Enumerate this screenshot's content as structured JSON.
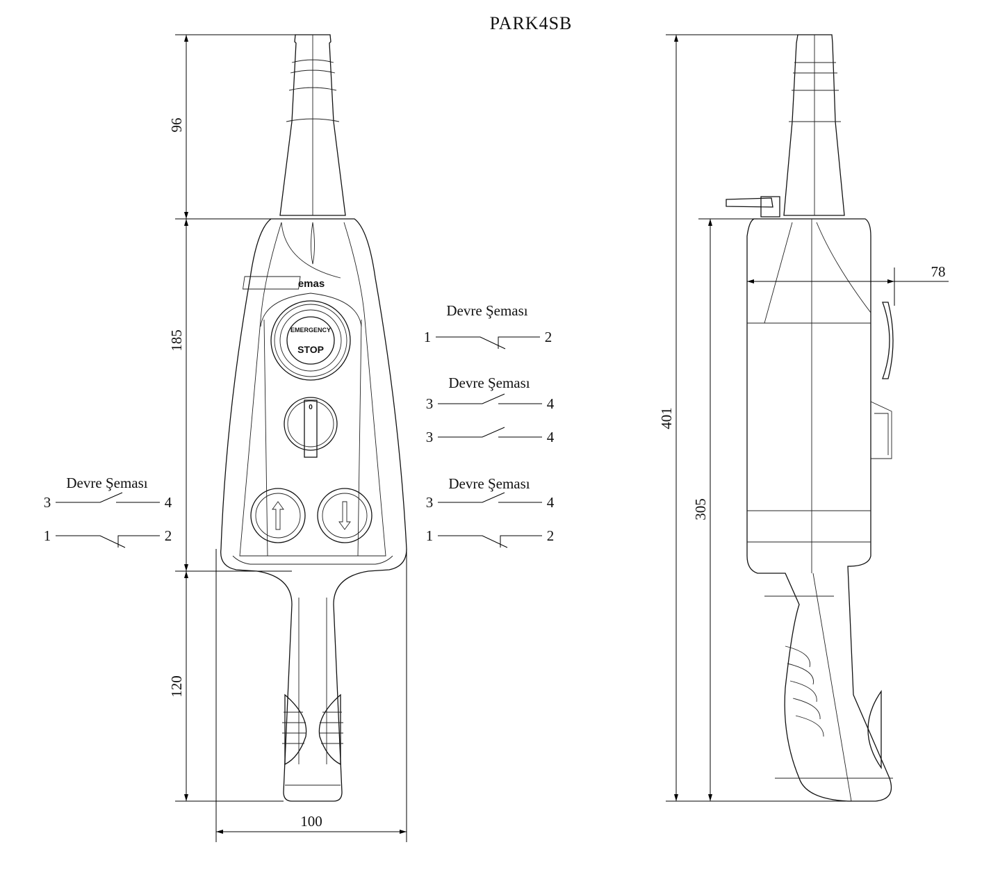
{
  "title": "PARK4SB",
  "front_view": {
    "logo": "emas",
    "estop_top": "EMERGENCY",
    "estop_bottom": "STOP",
    "selector_mark": "0",
    "dimensions": {
      "cable": "96",
      "body": "185",
      "handle": "120",
      "width": "100"
    }
  },
  "side_view": {
    "dimensions": {
      "total": "401",
      "body_total": "305",
      "depth": "78"
    }
  },
  "schemes": {
    "left": {
      "label": "Devre Şeması",
      "rows": [
        {
          "a": "3",
          "b": "4",
          "type": "NO"
        },
        {
          "a": "1",
          "b": "2",
          "type": "NC"
        }
      ]
    },
    "right_1": {
      "label": "Devre Şeması",
      "rows": [
        {
          "a": "1",
          "b": "2",
          "type": "NC"
        }
      ]
    },
    "right_2": {
      "label": "Devre Şeması",
      "rows": [
        {
          "a": "3",
          "b": "4",
          "type": "NO"
        },
        {
          "a": "3",
          "b": "4",
          "type": "NO"
        }
      ]
    },
    "right_3": {
      "label": "Devre Şeması",
      "rows": [
        {
          "a": "3",
          "b": "4",
          "type": "NO"
        },
        {
          "a": "1",
          "b": "2",
          "type": "NC"
        }
      ]
    }
  }
}
